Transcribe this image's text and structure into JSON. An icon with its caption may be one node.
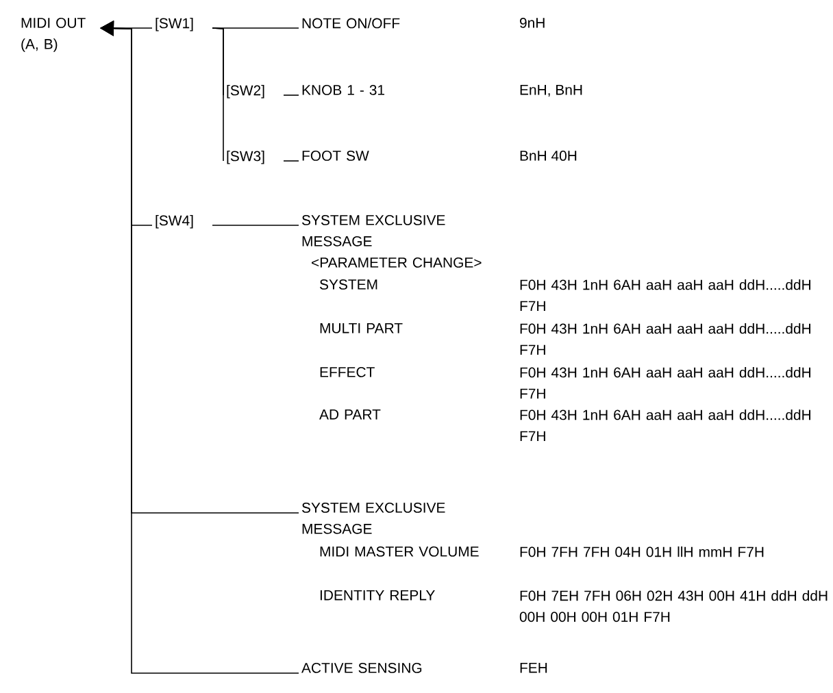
{
  "diagram": {
    "nodes": [
      {
        "text": [
          "MIDI OUT (A, B)"
        ]
      },
      {
        "text": [
          "[SW1]"
        ]
      },
      {
        "text": [
          "NOTE ON/OFF"
        ],
        "beside": [
          "9nH"
        ]
      },
      {
        "text": [
          "[SW2]"
        ]
      },
      {
        "text": [
          "KNOB 1 - 31"
        ],
        "beside": [
          "EnH, BnH"
        ]
      },
      {
        "text": [
          "[SW3]"
        ]
      },
      {
        "text": [
          "FOOT SW"
        ],
        "beside": [
          "BnH 40H"
        ]
      },
      {
        "text": [
          "[SW4]"
        ]
      },
      {
        "text": [
          "SYSTEM EXCLUSIVE MESSAGE"
        ]
      },
      {
        "text": [
          "SYSTEM EXCLUSIVE MESSAGE"
        ]
      },
      {
        "text": [
          "ACTIVE SENSING"
        ],
        "beside": [
          "FEH"
        ]
      }
    ],
    "edges": [
      {
        "from": 1,
        "to": 0,
        "arrow": "to"
      },
      {
        "from": 1,
        "to": 2,
        "arrow": "none"
      },
      {
        "from": 3,
        "to": 1,
        "arrow": "none"
      },
      {
        "from": 5,
        "to": 1,
        "arrow": "none"
      },
      {
        "from": 3,
        "to": 4,
        "arrow": "none"
      },
      {
        "from": 5,
        "to": 6,
        "arrow": "none"
      },
      {
        "from": 7,
        "to": 0,
        "arrow": "to"
      },
      {
        "from": 7,
        "to": 8,
        "arrow": "none"
      },
      {
        "from": 9,
        "to": 0,
        "arrow": "to"
      },
      {
        "from": 10,
        "to": 0,
        "arrow": "to"
      }
    ],
    "labels": [
      "<PARAMETER CHANGE>",
      "SYSTEM",
      "F0H 43H 1nH 6AH aaH aaH aaH ddH.....ddH F7H",
      "MULTI PART",
      "F0H 43H 1nH 6AH aaH aaH aaH ddH.....ddH F7H",
      "EFFECT",
      "F0H 43H 1nH 6AH aaH aaH aaH ddH.....ddH F7H",
      "AD PART",
      "F0H 43H 1nH 6AH aaH aaH aaH ddH.....ddH F7H",
      "MIDI MASTER VOLUME",
      "F0H 7FH 7FH 04H 01H llH mmH F7H",
      "IDENTITY REPLY",
      "F0H 7EH 7FH 06H 02H 43H 00H 41H ddH ddH 00H 00H 00H 01H F7H"
    ]
  }
}
